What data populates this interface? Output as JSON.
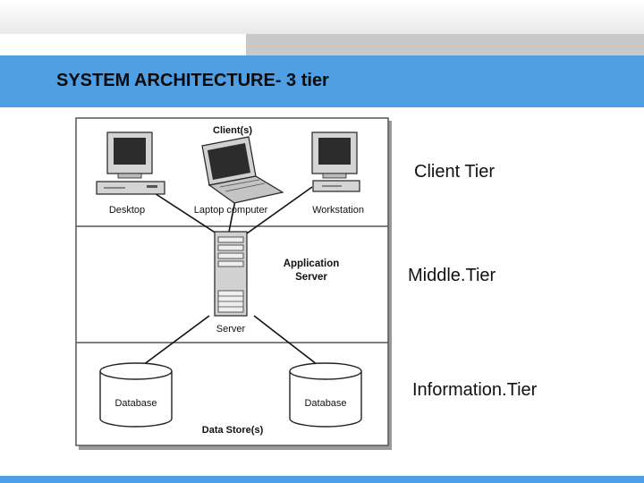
{
  "slide": {
    "title": "SYSTEM ARCHITECTURE-  3 tier"
  },
  "diagram": {
    "client_header": "Client(s)",
    "devices": [
      "Desktop",
      "Laptop computer",
      "Workstation"
    ],
    "app_server_label_line1": "Application",
    "app_server_label_line2": "Server",
    "server_label": "Server",
    "databases": [
      "Database",
      "Database"
    ],
    "data_store_label": "Data Store(s)"
  },
  "tiers": [
    "Client Tier",
    "Middle.Tier",
    "Information.Tier"
  ],
  "colors": {
    "accent": "#4e9fe3",
    "band_gray": "#c8c8c8"
  }
}
